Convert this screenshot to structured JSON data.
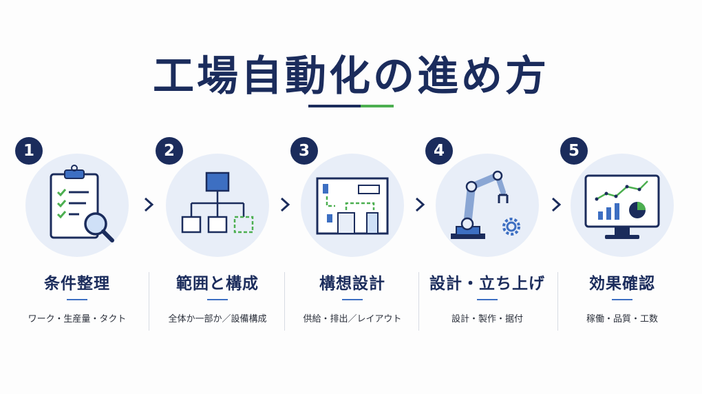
{
  "title": "工場自動化の進め方",
  "colors": {
    "navy": "#1b2c5c",
    "accent_green": "#4caf50",
    "accent_blue": "#3d6fc2",
    "circle_bg": "#e8eef8"
  },
  "steps": [
    {
      "number": "1",
      "title": "条件整理",
      "desc": "ワーク・生産量・タクト",
      "icon": "clipboard-magnifier-icon"
    },
    {
      "number": "2",
      "title": "範囲と構成",
      "desc": "全体か一部か／設備構成",
      "icon": "hierarchy-diagram-icon"
    },
    {
      "number": "3",
      "title": "構想設計",
      "desc": "供給・排出／レイアウト",
      "icon": "layout-floorplan-icon"
    },
    {
      "number": "4",
      "title": "設計・立ち上げ",
      "desc": "設計・製作・据付",
      "icon": "robot-arm-gear-icon"
    },
    {
      "number": "5",
      "title": "効果確認",
      "desc": "稼働・品質・工数",
      "icon": "monitor-chart-icon"
    }
  ]
}
